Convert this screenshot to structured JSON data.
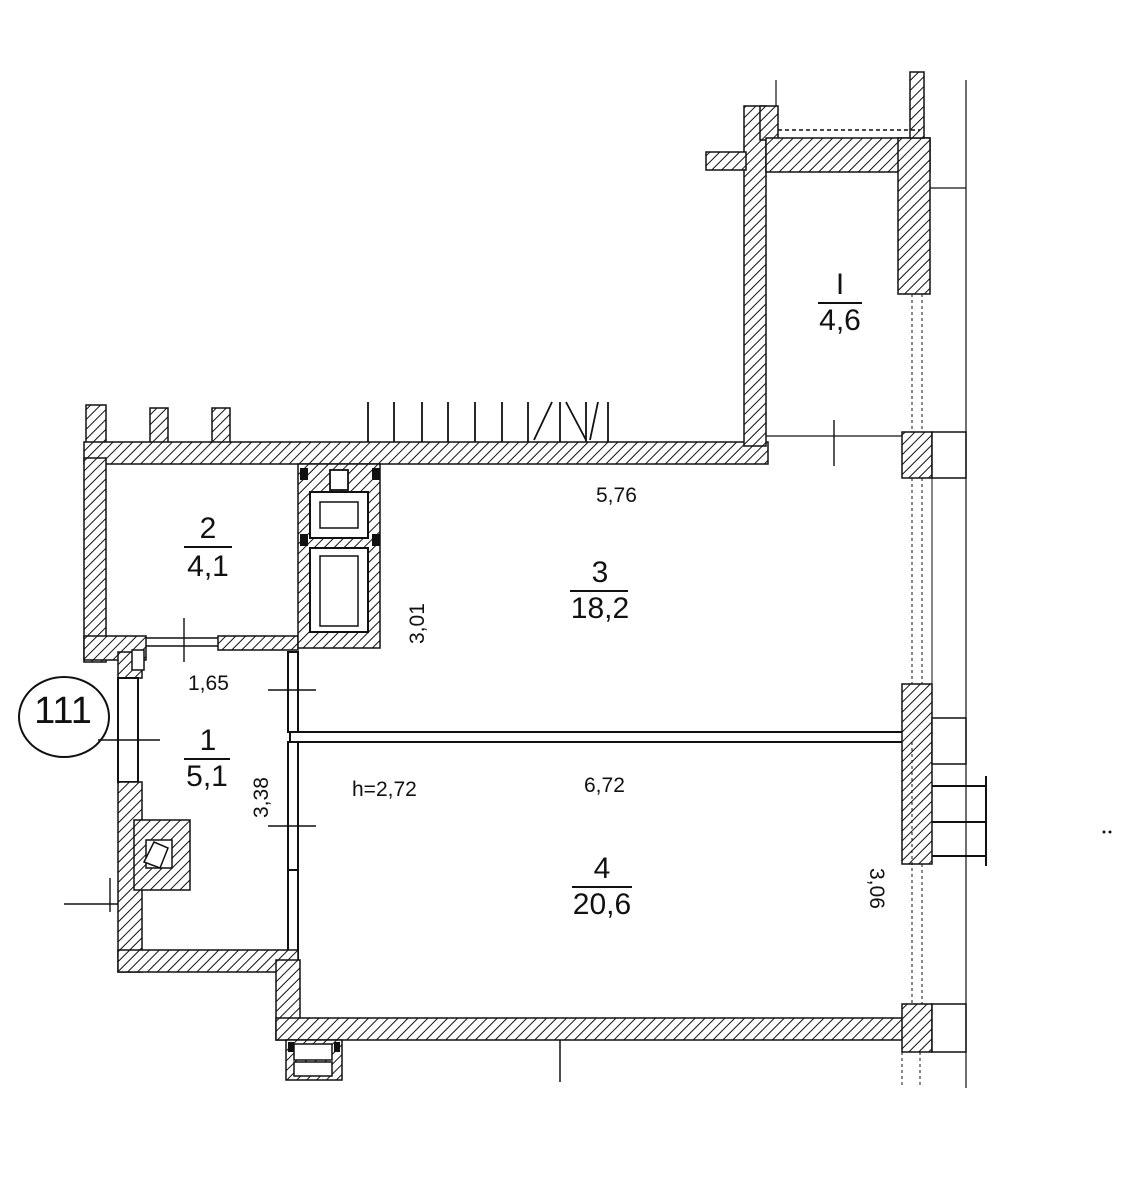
{
  "apartment": {
    "number": "111"
  },
  "rooms": [
    {
      "id": "balcony",
      "number": "I",
      "area": "4,6"
    },
    {
      "id": "bathroom",
      "number": "2",
      "area": "4,1"
    },
    {
      "id": "room3",
      "number": "3",
      "area": "18,2"
    },
    {
      "id": "hall",
      "number": "1",
      "area": "5,1"
    },
    {
      "id": "room4",
      "number": "4",
      "area": "20,6"
    }
  ],
  "dimensions": {
    "room3_width": "5,76",
    "room3_depth": "3,01",
    "bath_width": "1,65",
    "hall_depth": "3,38",
    "ceiling_height": "h=2,72",
    "room4_width": "6,72",
    "room4_depth": "3,06"
  },
  "colors": {
    "line": "#111111",
    "background": "#ffffff"
  }
}
